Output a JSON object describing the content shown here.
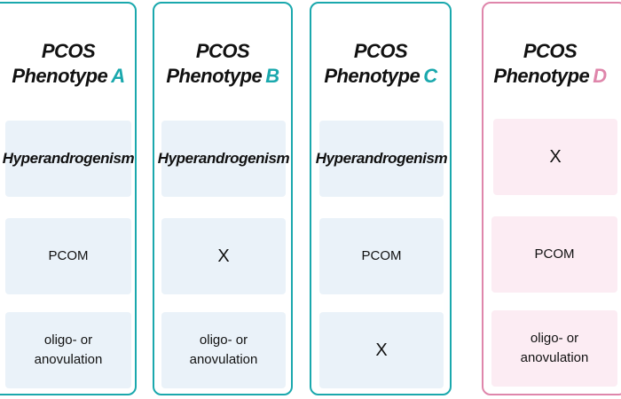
{
  "colors": {
    "teal": "#1aa8ad",
    "pink": "#df86ab",
    "blue_box": "#eaf2f9",
    "pink_box": "#fcecf3"
  },
  "phenotypes": [
    {
      "line1": "PCOS",
      "line2": "Phenotype",
      "letter": "A",
      "rows": [
        "Hyperandrogenism",
        "PCOM",
        "oligo- or",
        "anovulation"
      ]
    },
    {
      "line1": "PCOS",
      "line2": "Phenotype",
      "letter": "B",
      "rows": [
        "Hyperandrogenism",
        "X",
        "oligo- or",
        "anovulation"
      ]
    },
    {
      "line1": "PCOS",
      "line2": "Phenotype",
      "letter": "C",
      "rows": [
        "Hyperandrogenism",
        "PCOM",
        "X"
      ]
    },
    {
      "line1": "PCOS",
      "line2": "Phenotype",
      "letter": "D",
      "rows": [
        "X",
        "PCOM",
        "oligo- or",
        "anovulation"
      ]
    }
  ]
}
